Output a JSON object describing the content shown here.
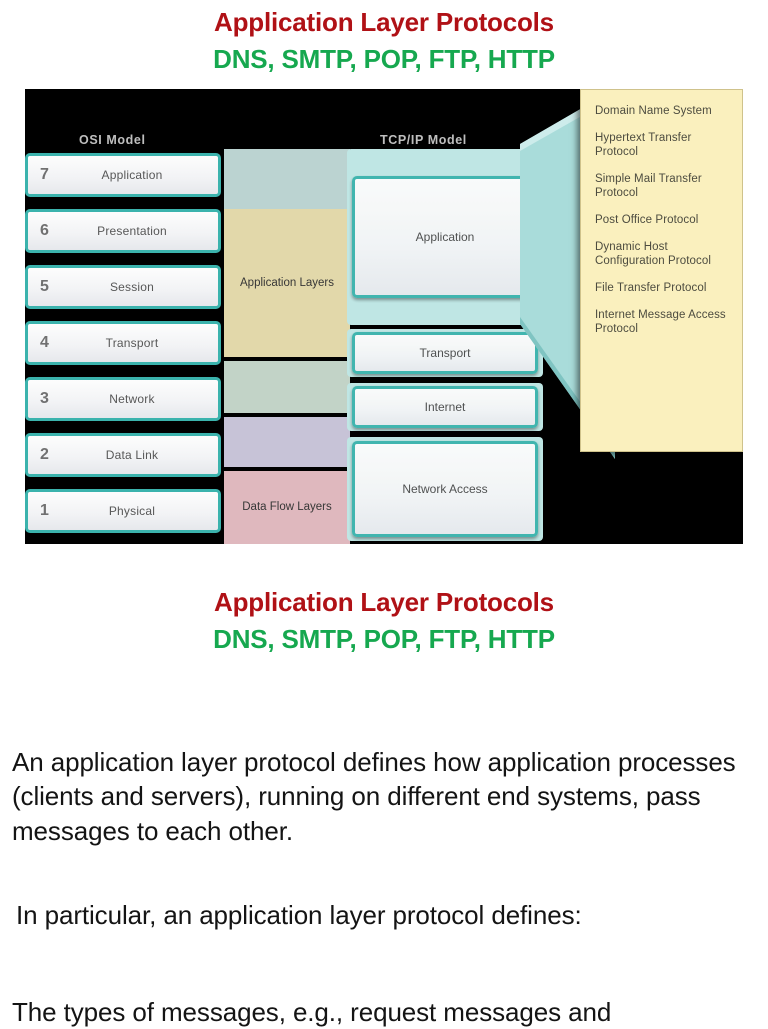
{
  "slide": {
    "title_top": "Application Layer Protocols",
    "subtitle_top": "DNS, SMTP, POP, FTP, HTTP",
    "title_bottom": "Application Layer Protocols",
    "subtitle_bottom": "DNS, SMTP, POP, FTP, HTTP",
    "colors": {
      "title_red": "#b01116",
      "subtitle_green": "#16a84f",
      "figure_background": "#000000",
      "box_border_teal": "#3bb3ad",
      "protocol_panel_yellow": "#faf0be"
    }
  },
  "figure": {
    "osi_header": "OSI Model",
    "tcpip_header": "TCP/IP Model",
    "osi_layers": [
      {
        "number": "7",
        "label": "Application"
      },
      {
        "number": "6",
        "label": "Presentation"
      },
      {
        "number": "5",
        "label": "Session"
      },
      {
        "number": "4",
        "label": "Transport"
      },
      {
        "number": "3",
        "label": "Network"
      },
      {
        "number": "2",
        "label": "Data Link"
      },
      {
        "number": "1",
        "label": "Physical"
      }
    ],
    "middle_bands": [
      {
        "label": "",
        "color": "#cfeae8"
      },
      {
        "label": "Application Layers",
        "color": "#fbf0bd"
      },
      {
        "label": "",
        "color": "#d7eadd"
      },
      {
        "label": "",
        "color": "#ddd8ee"
      },
      {
        "label": "Data Flow Layers",
        "color": "#f8cdd3"
      }
    ],
    "tcpip_layers": [
      {
        "label": "Application"
      },
      {
        "label": "Transport"
      },
      {
        "label": "Internet"
      },
      {
        "label": "Network Access"
      }
    ],
    "protocols": [
      "Domain Name System",
      "Hypertext Transfer Protocol",
      "Simple Mail Transfer Protocol",
      "Post Office Protocol",
      "Dynamic Host Configuration Protocol",
      "File Transfer Protocol",
      "Internet Message Access Protocol"
    ]
  },
  "body": {
    "paragraph_1": "An application layer protocol defines how application processes (clients and servers), running on different end systems, pass messages to each other.",
    "paragraph_2": " In particular, an application layer protocol defines:",
    "paragraph_3": "The types of messages, e.g., request messages and"
  }
}
